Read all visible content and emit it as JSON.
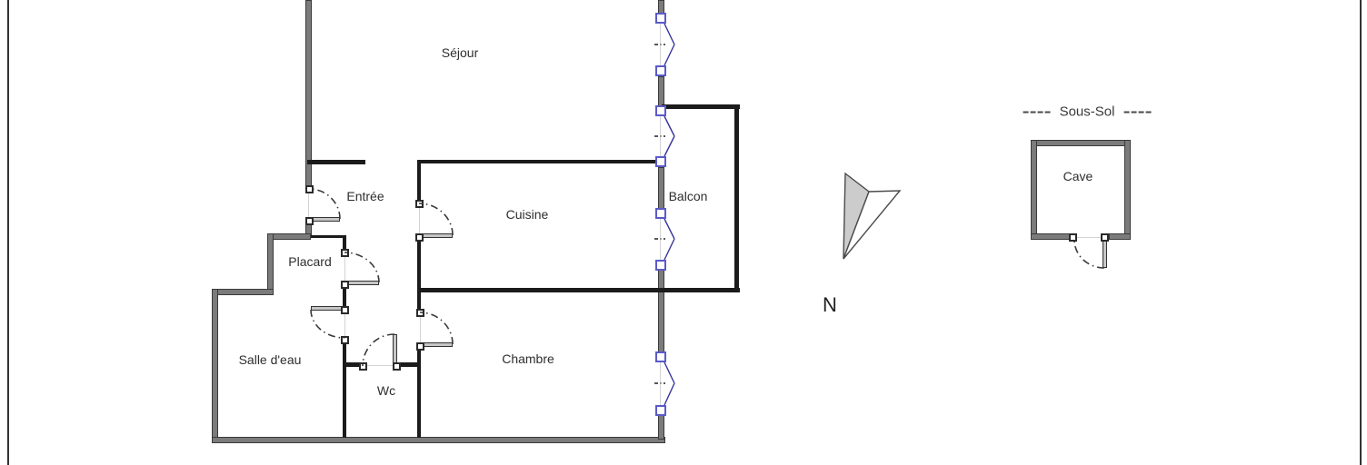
{
  "rooms": {
    "sejour": "Séjour",
    "entree": "Entrée",
    "cuisine": "Cuisine",
    "balcon": "Balcon",
    "placard": "Placard",
    "salle_deau": "Salle d'eau",
    "wc": "Wc",
    "chambre": "Chambre"
  },
  "basement": {
    "section_label": "Sous-Sol",
    "cave": "Cave"
  },
  "compass": {
    "north_label": "N"
  },
  "colors": {
    "outer_wall": "#7b7b7b",
    "wall_edge": "#3a3a3a",
    "interior_wall": "#1b1b1b",
    "window_accent": "#5a5ac8",
    "door_leaf": "#c6c6c6",
    "door_arc": "#3a3a3a",
    "north_arrow_fill": "#cccccc"
  }
}
